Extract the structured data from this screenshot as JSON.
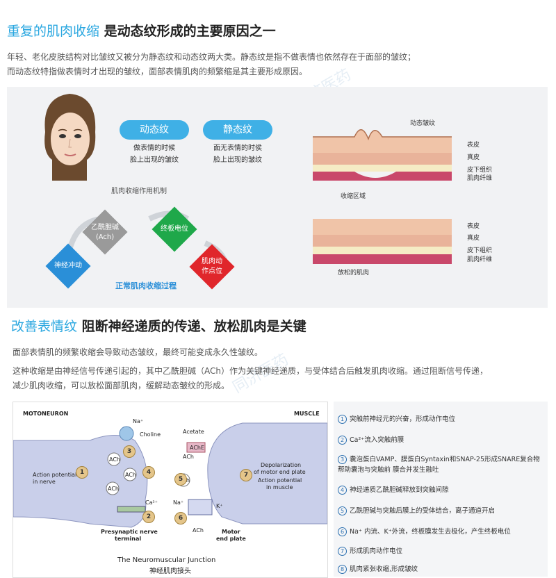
{
  "section1": {
    "title_highlight": "重复的肌肉收缩",
    "title_rest": " 是动态纹形成的主要原因之一",
    "para1": "年轻、老化皮肤结构对比皱纹又被分为静态纹和动态纹两大类。静态纹是指不做表情也依然存在于面部的皱纹；",
    "para2": "而动态纹特指做表情时才出现的皱纹，面部表情肌肉的频繁缩是其主要形成原因。"
  },
  "panel1": {
    "dynamic_label": "动态纹",
    "dynamic_desc1": "做表情的时候",
    "dynamic_desc2": "脸上出现的皱纹",
    "static_label": "静态纹",
    "static_desc1": "面无表情的时侯",
    "static_desc2": "脸上出现的皱纹",
    "mechanism_caption": "肌肉收缩作用机制",
    "cycle": {
      "nerve_impulse": "神经冲动",
      "ach_line1": "乙酰胆碱",
      "ach_line2": "(Ach)",
      "endplate": "终板电位",
      "muscle_line1": "肌肉动",
      "muscle_line2": "作点位",
      "normal_process": "正常肌肉收缩过程"
    },
    "skin_top": {
      "wrinkle_label": "动态皱纹",
      "epidermis": "表皮",
      "dermis": "真皮",
      "subcutaneous": "皮下组织",
      "muscle_fiber": "肌肉纤维",
      "contract_area": "收缩区域"
    },
    "skin_bottom": {
      "epidermis": "表皮",
      "dermis": "真皮",
      "subcutaneous": "皮下组织",
      "muscle_fiber": "肌肉纤维",
      "relaxed_muscle": "放松的肌肉"
    }
  },
  "section2": {
    "title_highlight": "改善表情纹",
    "title_rest": " 阻断神经递质的传递、放松肌肉是关键",
    "para1": "面部表情肌的频繁收缩会导致动态皱纹，最终可能变成永久性皱纹。",
    "para2": "这种收缩是由神经信号传递引起的，其中乙酰胆碱（ACh）作为关键神经递质，与受体结合后触发肌肉收缩。通过阻断信号传递，",
    "para3": "减少肌肉收缩，可以放松面部肌肉，缓解动态皱纹的形成。"
  },
  "nmj": {
    "motoneuron": "MOTONEURON",
    "muscle": "MUSCLE",
    "na": "Na⁺",
    "choline": "Choline",
    "acetate": "Acetate",
    "ache": "AChE",
    "ach": "ACh",
    "action_potential_nerve_1": "Action potential",
    "action_potential_nerve_2": "in nerve",
    "ca": "Ca²⁺",
    "k": "K⁺",
    "depol_1": "Depolarization",
    "depol_2": "of motor end plate",
    "ap_muscle_1": "Action potential",
    "ap_muscle_2": "in muscle",
    "presynaptic_1": "Presynaptic nerve",
    "presynaptic_2": "terminal",
    "motor_endplate_1": "Motor",
    "motor_endplate_2": "end plate",
    "caption_en": "The Neuromuscular Junction",
    "caption_cn": "神经肌肉接头",
    "n1": "1",
    "n2": "2",
    "n3": "3",
    "n4": "4",
    "n5": "5",
    "n6": "6",
    "n7": "7"
  },
  "steps": [
    {
      "n": "1",
      "text": "突触前神经元的兴奋，形成动作电位"
    },
    {
      "n": "2",
      "text": "Ca²⁺流入突触前膜"
    },
    {
      "n": "3",
      "text": "囊泡蛋白VAMP、膜蛋白Syntaxin和SNAP-25形成SNARE复合物帮助囊泡与突触前 膜合并发生融吐"
    },
    {
      "n": "4",
      "text": "神经递质乙酰胆碱释放到突触间隙"
    },
    {
      "n": "5",
      "text": "乙酰胆碱与突触后膜上的受体结合，离子通道开启"
    },
    {
      "n": "6",
      "text": "Na⁺ 内流、K⁺外流，终板膜发生去极化，产生终板电位"
    },
    {
      "n": "7",
      "text": "形成肌肉动作电位"
    },
    {
      "n": "8",
      "text": "肌肉紧张收缩,形成皱纹"
    }
  ],
  "colors": {
    "accent": "#2aa7e0",
    "pill": "#3fb0e6",
    "green": "#1fa84a",
    "red": "#e0262b",
    "blue": "#2a8fd8",
    "gray": "#9a9a9a"
  }
}
